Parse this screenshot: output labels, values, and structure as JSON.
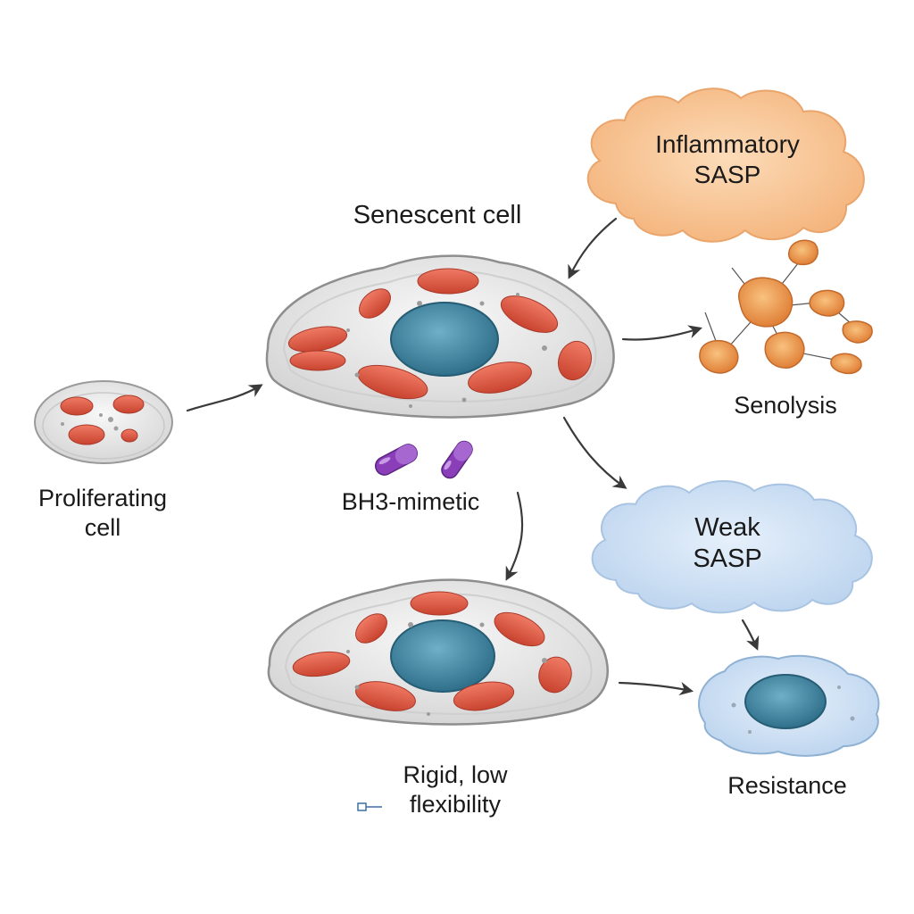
{
  "labels": {
    "proliferating": [
      "Proliferating",
      "cell"
    ],
    "senescent": "Senescent cell",
    "inflammatory": [
      "Inflammatory",
      "SASP"
    ],
    "senolysis": "Senolysis",
    "bh3": "BH3-mimetic",
    "weak": [
      "Weak",
      "SASP"
    ],
    "rigid": [
      "Rigid, low",
      "flexibility"
    ],
    "resistance": "Resistance"
  },
  "colors": {
    "cell_body": "#e6e6e6",
    "cell_outline": "#9a9a9a",
    "mitochondria": "#e2584a",
    "nucleus": "#3f8aa6",
    "inflammatory_cloud": "#f7c08f",
    "weak_cloud": "#cfe3f6",
    "pill": "#8a3fb8",
    "arrow": "#3a3a3a"
  }
}
